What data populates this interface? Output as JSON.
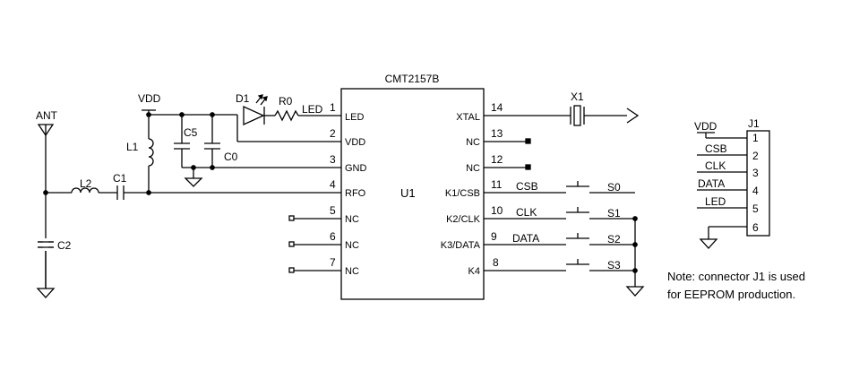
{
  "chip": {
    "part_number": "CMT2157B",
    "designator": "U1",
    "left_pins": [
      {
        "num": "1",
        "name": "LED"
      },
      {
        "num": "2",
        "name": "VDD"
      },
      {
        "num": "3",
        "name": "GND"
      },
      {
        "num": "4",
        "name": "RFO"
      },
      {
        "num": "5",
        "name": "NC"
      },
      {
        "num": "6",
        "name": "NC"
      },
      {
        "num": "7",
        "name": "NC"
      }
    ],
    "right_pins": [
      {
        "num": "14",
        "name": "XTAL"
      },
      {
        "num": "13",
        "name": "NC"
      },
      {
        "num": "12",
        "name": "NC"
      },
      {
        "num": "11",
        "name": "K1/CSB"
      },
      {
        "num": "10",
        "name": "K2/CLK"
      },
      {
        "num": "9",
        "name": "K3/DATA"
      },
      {
        "num": "8",
        "name": "K4"
      }
    ]
  },
  "components": {
    "antenna": "ANT",
    "vdd_supply": "VDD",
    "led": "D1",
    "resistor": "R0",
    "led_net": "LED",
    "inductor_l1": "L1",
    "inductor_l2": "L2",
    "cap_c0": "C0",
    "cap_c1": "C1",
    "cap_c2": "C2",
    "cap_c5": "C5",
    "crystal": "X1"
  },
  "switches": [
    {
      "net": "CSB",
      "label": "S0"
    },
    {
      "net": "CLK",
      "label": "S1"
    },
    {
      "net": "DATA",
      "label": "S2"
    },
    {
      "net": "",
      "label": "S3"
    }
  ],
  "connector": {
    "designator": "J1",
    "pins": [
      {
        "num": "1",
        "net": "VDD"
      },
      {
        "num": "2",
        "net": "CSB"
      },
      {
        "num": "3",
        "net": "CLK"
      },
      {
        "num": "4",
        "net": "DATA"
      },
      {
        "num": "5",
        "net": "LED"
      },
      {
        "num": "6",
        "net": ""
      }
    ]
  },
  "note": {
    "line1": "Note: connector J1 is used",
    "line2": "for EEPROM production."
  }
}
